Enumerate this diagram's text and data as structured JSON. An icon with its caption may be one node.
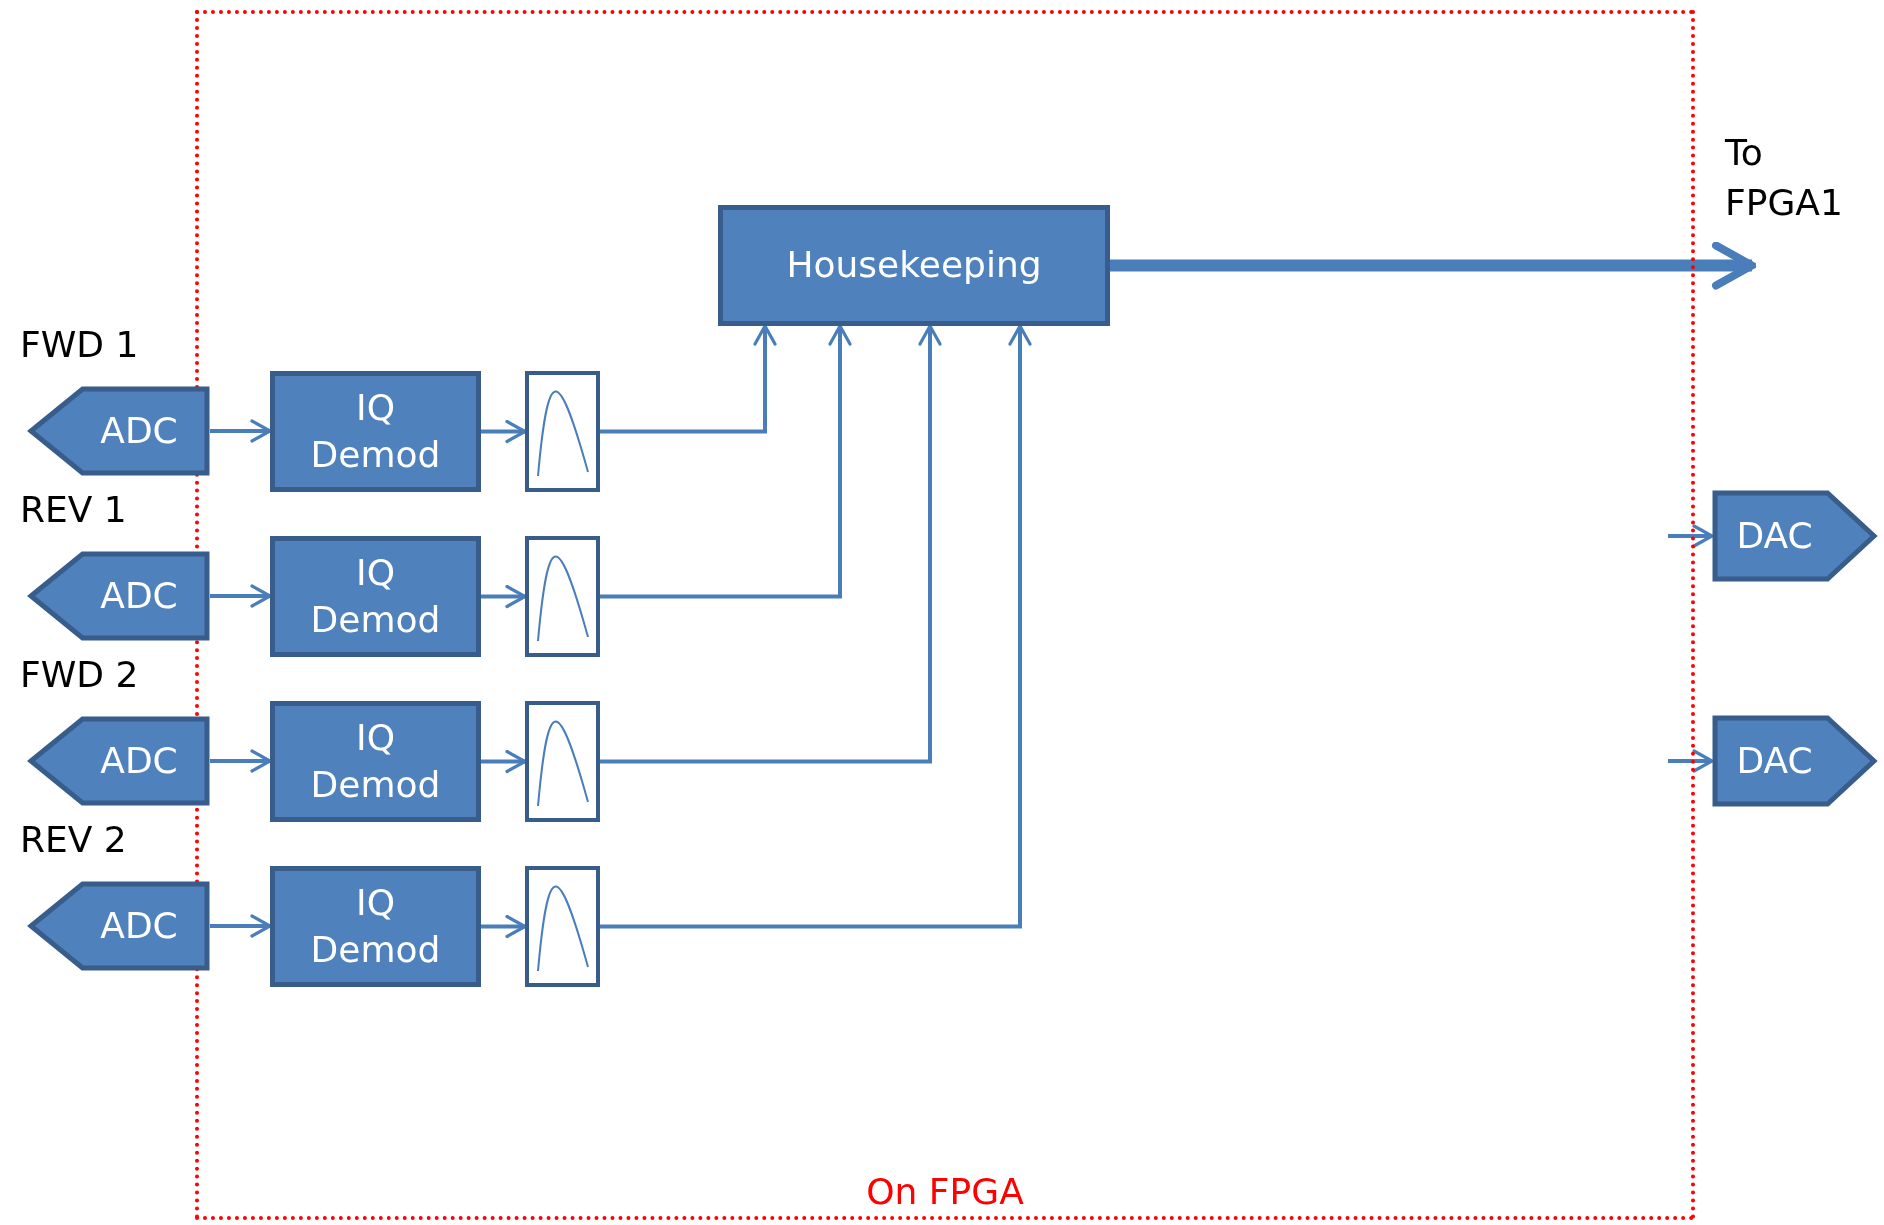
{
  "diagram": {
    "nodes": [
      {
        "text": [
          "On FPGA"
        ]
      },
      {
        "text": [
          "Housekeeping"
        ],
        "in": 0
      },
      {
        "text": [
          "ADC"
        ],
        "beside": [
          "FWD 1"
        ]
      },
      {
        "text": [
          "IQ Demod"
        ],
        "in": 0
      },
      {
        "text": [],
        "shape": "picture",
        "in": 0
      },
      {
        "text": [
          "ADC"
        ],
        "beside": [
          "REV 1"
        ]
      },
      {
        "text": [
          "IQ Demod"
        ],
        "in": 0
      },
      {
        "text": [],
        "shape": "picture",
        "in": 0
      },
      {
        "text": [
          "ADC"
        ],
        "beside": [
          "FWD 2"
        ]
      },
      {
        "text": [
          "IQ Demod"
        ],
        "in": 0
      },
      {
        "text": [],
        "shape": "picture",
        "in": 0
      },
      {
        "text": [
          "ADC"
        ],
        "beside": [
          "REV 2"
        ]
      },
      {
        "text": [
          "IQ Demod"
        ],
        "in": 0
      },
      {
        "text": [],
        "shape": "picture",
        "in": 0
      },
      {
        "text": [
          "DAC"
        ]
      },
      {
        "text": [
          "DAC"
        ]
      }
    ],
    "edges": [
      {
        "from": 2,
        "to": 3,
        "arrow": "to"
      },
      {
        "from": 3,
        "to": 4,
        "arrow": "to"
      },
      {
        "from": 4,
        "to": 1,
        "arrow": "to"
      },
      {
        "from": 5,
        "to": 6,
        "arrow": "to"
      },
      {
        "from": 6,
        "to": 7,
        "arrow": "to"
      },
      {
        "from": 7,
        "to": 1,
        "arrow": "to"
      },
      {
        "from": 8,
        "to": 9,
        "arrow": "to"
      },
      {
        "from": 9,
        "to": 10,
        "arrow": "to"
      },
      {
        "from": 10,
        "to": 1,
        "arrow": "to"
      },
      {
        "from": 11,
        "to": 12,
        "arrow": "to"
      },
      {
        "from": 12,
        "to": 13,
        "arrow": "to"
      },
      {
        "from": 13,
        "to": 1,
        "arrow": "to"
      },
      {
        "from": 1,
        "to": null,
        "arrow": "to",
        "style": "thick"
      },
      {
        "from": null,
        "to": 14,
        "arrow": "to"
      },
      {
        "from": null,
        "to": 15,
        "arrow": "to"
      }
    ],
    "labels": [
      "To FPGA1"
    ]
  }
}
